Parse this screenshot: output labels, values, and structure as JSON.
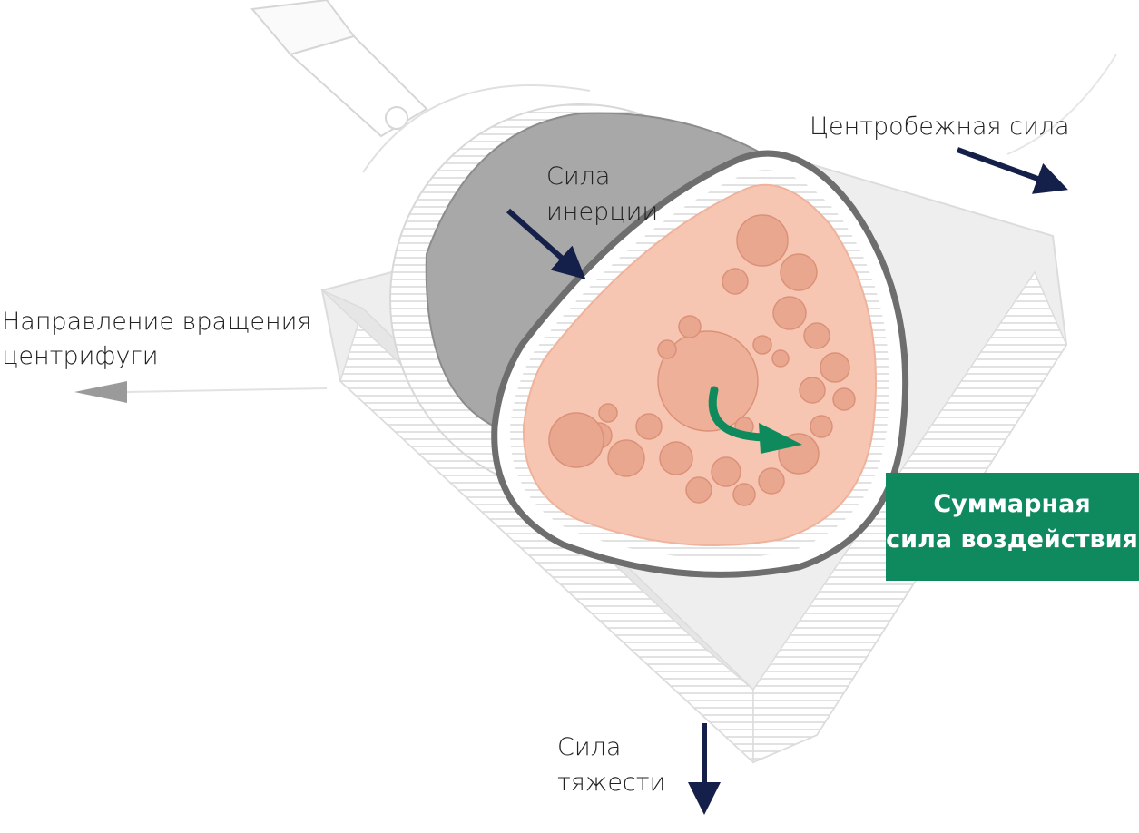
{
  "labels": {
    "centrifugal_force": "Центробежная сила",
    "inertia_force_line1": "Сила",
    "inertia_force_line2": "инерции",
    "rotation_direction_line1": "Направление вращения",
    "rotation_direction_line2": "центрифуги",
    "gravity_line1": "Сила",
    "gravity_line2": "тяжести",
    "total_force_line1": "Суммарная",
    "total_force_line2": "сила воздействия"
  },
  "colors": {
    "arrow_navy": "#14204a",
    "green": "#0e8a5e",
    "green_arrow": "#0f8a5c",
    "drum_gray": "#a8a8a8",
    "rim_gray": "#6e6e6e",
    "cell_peach": "#f6c6b2",
    "blob_salmon": "#e8a48c",
    "line_light": "#cfcfcf"
  },
  "icons": {
    "rotation_arrow": "triangle-left-icon",
    "force_arrows": "arrow-icon"
  }
}
